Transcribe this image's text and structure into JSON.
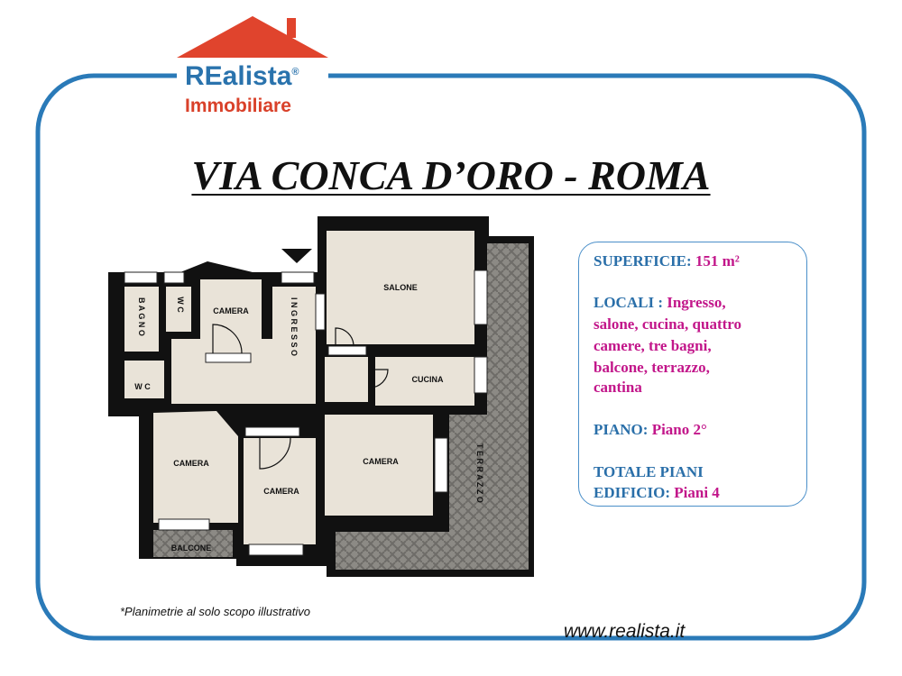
{
  "logo": {
    "brand": "REalista",
    "registered": "®",
    "subtitle": "Immobiliare"
  },
  "title": "VIA CONCA D’ORO - ROMA",
  "floorplan": {
    "rooms": {
      "salone": "SALONE",
      "bagno": "B A G N O",
      "wc_top": "W C",
      "wc_left": "W C",
      "camera_top": "CAMERA",
      "ingresso": "I N G R E S S O",
      "cucina": "CUCINA",
      "camera_left": "CAMERA",
      "camera_middle": "CAMERA",
      "camera_right": "CAMERA",
      "balcone": "BALCONE",
      "terrazzo": "T E R R A Z Z O"
    }
  },
  "info": {
    "superficie_label": "SUPERFICIE:",
    "superficie_value": "151 m²",
    "locali_label": "LOCALI :",
    "locali_value_1": "Ingresso,",
    "locali_line_2": "salone, cucina, quattro",
    "locali_line_3": "camere, tre bagni,",
    "locali_line_4": "balcone, terrazzo,",
    "locali_line_5": "cantina",
    "piano_label": "PIANO:",
    "piano_value": "Piano 2°",
    "totale_label_1": "TOTALE PIANI",
    "totale_label_2": "EDIFICIO:",
    "totale_value": "Piani 4"
  },
  "footer": {
    "note": "*Planimetrie al solo scopo illustrativo",
    "website": "www.realista.it"
  },
  "colors": {
    "frame": "#2a7ab8",
    "roof": "#e0442d",
    "brand_blue": "#2a73ad",
    "brand_red": "#d9412a",
    "info_label": "#2a6fa9",
    "info_value": "#c2168a",
    "floor": "#e9e3d8",
    "wall": "#111111"
  }
}
